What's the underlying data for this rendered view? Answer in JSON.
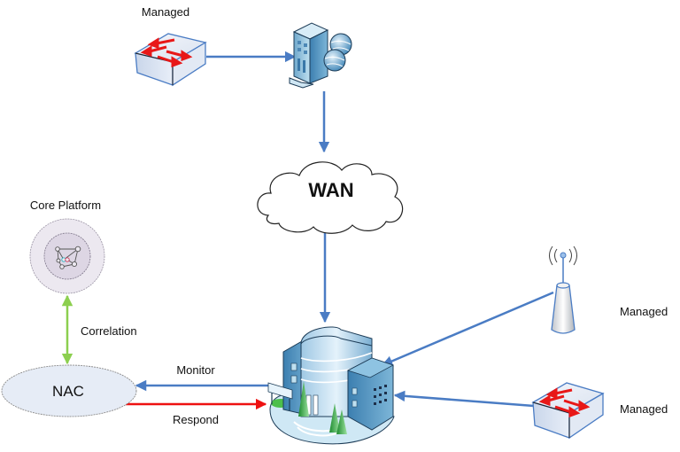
{
  "diagram": {
    "colors": {
      "flow_blue": "#4a7cc4",
      "respond_red": "#ee1111",
      "correlation_green": "#8ccf4f",
      "switch_arrow_red": "#e81818",
      "nac_fill": "#e6ecf6",
      "platform_outer": "#ece8f0",
      "platform_inner": "#ddd6e4"
    },
    "nodes": {
      "top_switch": {
        "label": "Managed",
        "icon": "network-switch-icon"
      },
      "server": {
        "icon": "web-server-icon"
      },
      "wan": {
        "label": "WAN",
        "icon": "cloud-icon"
      },
      "core_platform": {
        "label": "Core Platform",
        "icon": "network-graph-icon"
      },
      "nac": {
        "label": "NAC"
      },
      "headquarters": {
        "icon": "office-building-icon"
      },
      "wireless_ap": {
        "label": "Managed",
        "icon": "wireless-access-point-icon"
      },
      "right_switch": {
        "label": "Managed",
        "icon": "network-switch-icon"
      }
    },
    "edges": [
      {
        "from": "top_switch",
        "to": "server",
        "color": "flow_blue",
        "label": ""
      },
      {
        "from": "server",
        "to": "wan",
        "color": "flow_blue",
        "label": ""
      },
      {
        "from": "wan",
        "to": "headquarters",
        "color": "flow_blue",
        "label": ""
      },
      {
        "from": "wireless_ap",
        "to": "headquarters",
        "color": "flow_blue",
        "label": ""
      },
      {
        "from": "right_switch",
        "to": "headquarters",
        "color": "flow_blue",
        "label": ""
      },
      {
        "from": "headquarters",
        "to": "nac",
        "color": "flow_blue",
        "label": "Monitor"
      },
      {
        "from": "nac",
        "to": "headquarters",
        "color": "respond_red",
        "label": "Respond"
      },
      {
        "from": "core_platform",
        "to": "nac",
        "color": "correlation_green",
        "label": "Correlation",
        "bidirectional": true
      }
    ],
    "edge_labels": {
      "monitor": "Monitor",
      "respond": "Respond",
      "correlation": "Correlation"
    }
  }
}
